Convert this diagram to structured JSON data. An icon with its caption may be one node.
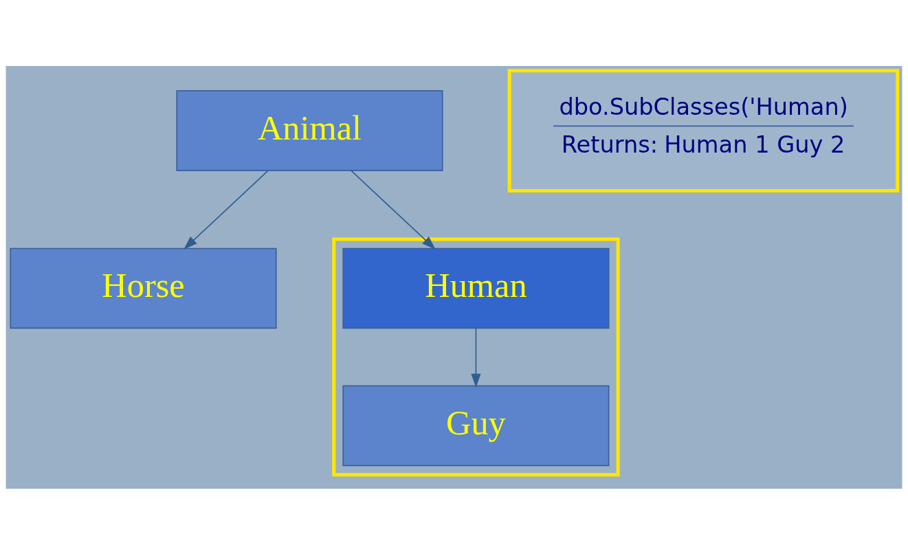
{
  "diagram": {
    "nodes": [
      {
        "text": [
          "Animal"
        ]
      },
      {
        "text": [
          "Horse"
        ]
      },
      {
        "text": [],
        "shape": "box"
      },
      {
        "text": [
          "Human"
        ],
        "in": 2
      },
      {
        "text": [
          "Guy"
        ],
        "in": 2
      },
      {
        "text": [
          "dbo.SubClasses('Human)",
          "Returns:",
          "Human 1 Guy 2"
        ]
      }
    ],
    "edges": [
      {
        "from": 0,
        "to": 3,
        "arrow": "to"
      },
      {
        "from": 0,
        "to": 1,
        "arrow": "to"
      },
      {
        "from": 3,
        "to": 4,
        "arrow": "to"
      }
    ]
  }
}
